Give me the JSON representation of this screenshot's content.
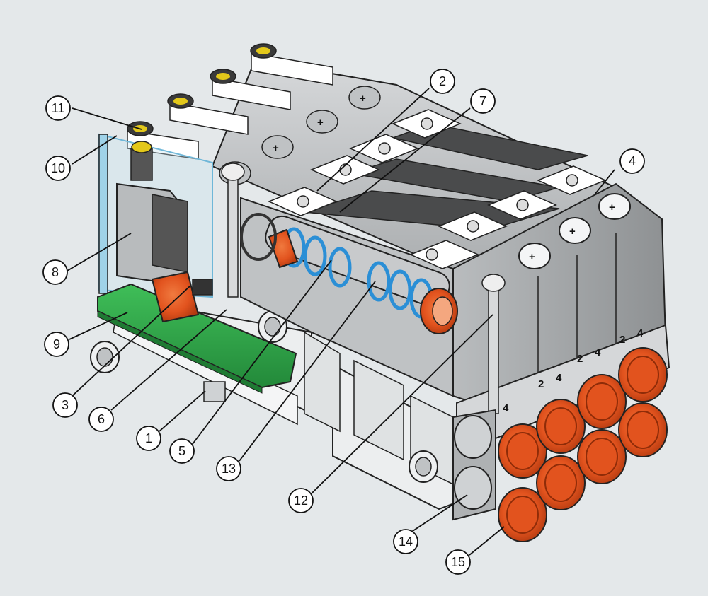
{
  "diagram": {
    "subject": "valve-manifold-cutaway",
    "colors": {
      "background": "#e4e8ea",
      "housing": "#c9cbcd",
      "housing_dark": "#8f9294",
      "dark_panel": "#4a4b4c",
      "fitting_orange": "#e2531e",
      "circuit_board": "#2fa84a",
      "seal_blue": "#2b8fd6",
      "led_yellow": "#e3c81a",
      "label_white": "#ffffff"
    },
    "port_labels": [
      "2",
      "4"
    ],
    "callouts": [
      {
        "id": "callout-1",
        "label": "1"
      },
      {
        "id": "callout-2",
        "label": "2"
      },
      {
        "id": "callout-3",
        "label": "3"
      },
      {
        "id": "callout-4",
        "label": "4"
      },
      {
        "id": "callout-5",
        "label": "5"
      },
      {
        "id": "callout-6",
        "label": "6"
      },
      {
        "id": "callout-7",
        "label": "7"
      },
      {
        "id": "callout-8",
        "label": "8"
      },
      {
        "id": "callout-9",
        "label": "9"
      },
      {
        "id": "callout-10",
        "label": "10"
      },
      {
        "id": "callout-11",
        "label": "11"
      },
      {
        "id": "callout-12",
        "label": "12"
      },
      {
        "id": "callout-13",
        "label": "13"
      },
      {
        "id": "callout-14",
        "label": "14"
      },
      {
        "id": "callout-15",
        "label": "15"
      }
    ]
  }
}
